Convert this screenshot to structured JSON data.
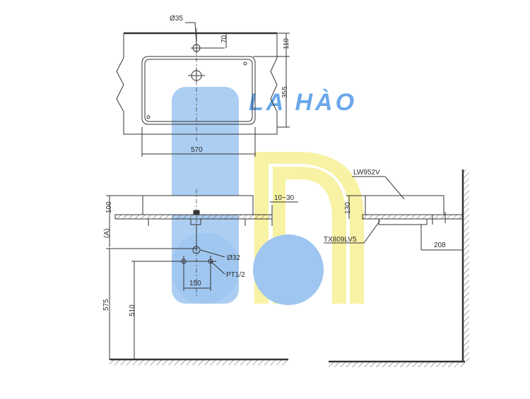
{
  "watermark": {
    "text": "LA HÀO",
    "colors": {
      "blue": "#9ec6f0",
      "yellow": "#f6f19a",
      "text": "#6aa8ea"
    }
  },
  "colors": {
    "line": "#333333",
    "hatch": "#555555"
  },
  "top_view": {
    "top_hole_dia": "Ø35",
    "hole_offset": "70",
    "height_top": "110",
    "height_basin": "355",
    "width": "570"
  },
  "front_view": {
    "basin_height": "100",
    "overflow_range": "10~30",
    "height_ref": "(A)",
    "drain_dia": "Ø32",
    "supply_thread": "PT1/2",
    "supply_spacing": "150",
    "floor_to_counter": "575",
    "floor_to_supply": "510"
  },
  "side_view": {
    "model_basin": "LW952V",
    "model_trap": "TX809LV5",
    "basin_height": "130",
    "wall_offset": "208"
  }
}
